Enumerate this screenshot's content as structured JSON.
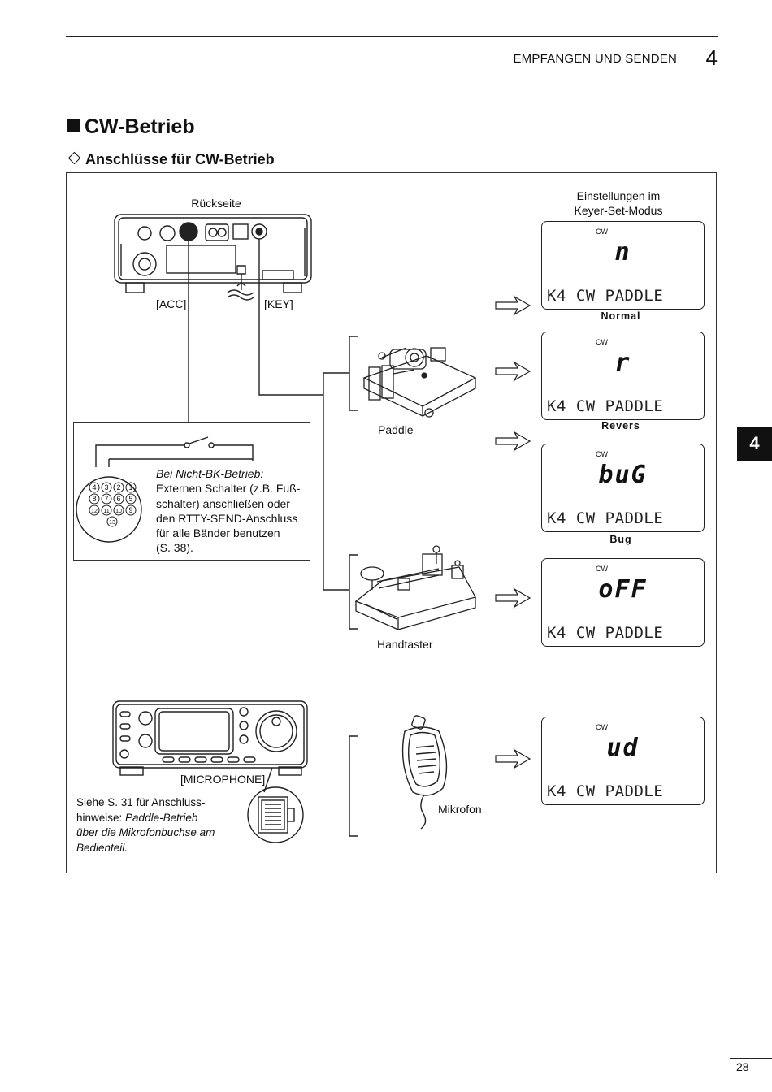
{
  "header": {
    "chapter_title": "EMPFANGEN UND SENDEN",
    "chapter_number": "4"
  },
  "section": {
    "title": "CW-Betrieb",
    "subtitle": "Anschlüsse für CW-Betrieb"
  },
  "diagram": {
    "rear_panel_label": "Rückseite",
    "acc_label": "[ACC]",
    "key_label": "[KEY]",
    "settings_caption_line1": "Einstellungen im",
    "settings_caption_line2": "Keyer-Set-Modus",
    "paddle_label": "Paddle",
    "straight_key_label": "Handtaster",
    "microphone_jack_label": "[MICROPHONE]",
    "microphone_label": "Mikrofon",
    "pin_numbers": [
      "4",
      "3",
      "2",
      "1",
      "8",
      "7",
      "6",
      "5",
      "12",
      "11",
      "10",
      "9",
      "13"
    ],
    "bk_note": {
      "line1_italic": "Bei Nicht-BK-Betrieb:",
      "line2": "Externen Schalter (z.B. Fuß-",
      "line3": "schalter) anschließen oder",
      "line4": "den RTTY-SEND-Anschluss",
      "line5": "für alle Bänder benutzen",
      "line6": "(S. 38)."
    },
    "mic_note": {
      "line1": "Siehe S. 31 für Anschluss-",
      "line2_plain": "hinweise: ",
      "line2_italic": "Paddle-Betrieb",
      "line3_italic": "über die Mikrofonbuchse am",
      "line4_italic": "Bedienteil."
    },
    "lcd_panels": [
      {
        "indicator": "CW",
        "value": "n",
        "line": "K4 CW PADDLE",
        "mode": "Normal"
      },
      {
        "indicator": "CW",
        "value": "r",
        "line": "K4 CW PADDLE",
        "mode": "Revers"
      },
      {
        "indicator": "CW",
        "value": "buG",
        "line": "K4 CW PADDLE",
        "mode": "Bug"
      },
      {
        "indicator": "CW",
        "value": "oFF",
        "line": "K4 CW PADDLE",
        "mode": ""
      },
      {
        "indicator": "CW",
        "value": "ud",
        "line": "K4 CW PADDLE",
        "mode": ""
      }
    ]
  },
  "side_tab": "4",
  "page_number": "28"
}
